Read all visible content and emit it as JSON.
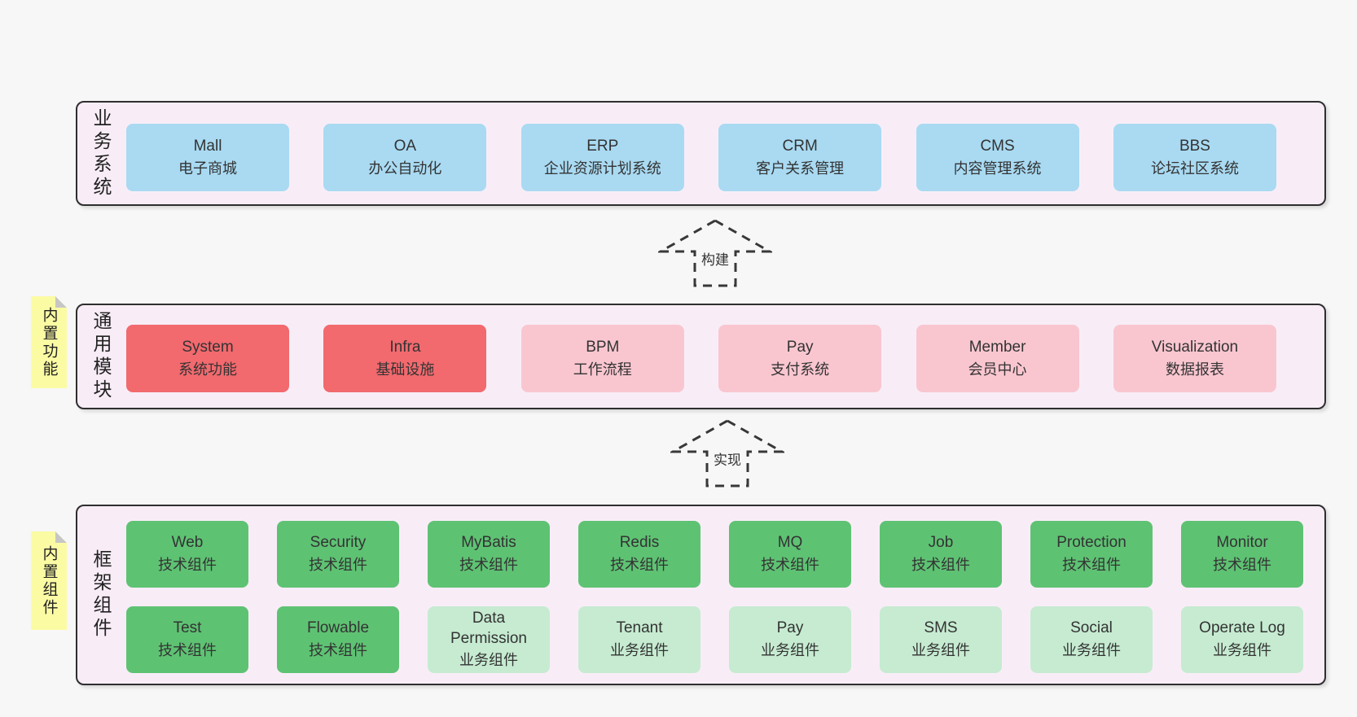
{
  "colors": {
    "page_bg": "#f7f7f7",
    "panel_bg": "#f8edf7",
    "panel_border": "#2e2e2e",
    "sticky_yellow": "#fbfba4",
    "sticky_fold": "#c6c6c6",
    "text": "#333333",
    "blue": "#a9daf2",
    "red": "#f2696e",
    "pink": "#f9c6d0",
    "green": "#5ec273",
    "light_green": "#c6ebd1"
  },
  "arrows": [
    {
      "label": "构建"
    },
    {
      "label": "实现"
    }
  ],
  "bands": [
    {
      "label": "业务系统",
      "rows": [
        [
          {
            "title": "Mall",
            "subtitle": "电子商城",
            "variant": "blue"
          },
          {
            "title": "OA",
            "subtitle": "办公自动化",
            "variant": "blue"
          },
          {
            "title": "ERP",
            "subtitle": "企业资源计划系统",
            "variant": "blue"
          },
          {
            "title": "CRM",
            "subtitle": "客户关系管理",
            "variant": "blue"
          },
          {
            "title": "CMS",
            "subtitle": "内容管理系统",
            "variant": "blue"
          },
          {
            "title": "BBS",
            "subtitle": "论坛社区系统",
            "variant": "blue"
          }
        ]
      ]
    },
    {
      "label": "通用模块",
      "sticky": "内置功能",
      "rows": [
        [
          {
            "title": "System",
            "subtitle": "系统功能",
            "variant": "red"
          },
          {
            "title": "Infra",
            "subtitle": "基础设施",
            "variant": "red"
          },
          {
            "title": "BPM",
            "subtitle": "工作流程",
            "variant": "pink"
          },
          {
            "title": "Pay",
            "subtitle": "支付系统",
            "variant": "pink"
          },
          {
            "title": "Member",
            "subtitle": "会员中心",
            "variant": "pink"
          },
          {
            "title": "Visualization",
            "subtitle": "数据报表",
            "variant": "pink"
          }
        ]
      ]
    },
    {
      "label": "框架组件",
      "sticky": "内置组件",
      "rows": [
        [
          {
            "title": "Web",
            "subtitle": "技术组件",
            "variant": "green"
          },
          {
            "title": "Security",
            "subtitle": "技术组件",
            "variant": "green"
          },
          {
            "title": "MyBatis",
            "subtitle": "技术组件",
            "variant": "green"
          },
          {
            "title": "Redis",
            "subtitle": "技术组件",
            "variant": "green"
          },
          {
            "title": "MQ",
            "subtitle": "技术组件",
            "variant": "green"
          },
          {
            "title": "Job",
            "subtitle": "技术组件",
            "variant": "green"
          },
          {
            "title": "Protection",
            "subtitle": "技术组件",
            "variant": "green"
          },
          {
            "title": "Monitor",
            "subtitle": "技术组件",
            "variant": "green"
          }
        ],
        [
          {
            "title": "Test",
            "subtitle": "技术组件",
            "variant": "green"
          },
          {
            "title": "Flowable",
            "subtitle": "技术组件",
            "variant": "green"
          },
          {
            "title": "Data\nPermission",
            "subtitle": "业务组件",
            "variant": "light_green"
          },
          {
            "title": "Tenant",
            "subtitle": "业务组件",
            "variant": "light_green"
          },
          {
            "title": "Pay",
            "subtitle": "业务组件",
            "variant": "light_green"
          },
          {
            "title": "SMS",
            "subtitle": "业务组件",
            "variant": "light_green"
          },
          {
            "title": "Social",
            "subtitle": "业务组件",
            "variant": "light_green"
          },
          {
            "title": "Operate Log",
            "subtitle": "业务组件",
            "variant": "light_green"
          }
        ]
      ]
    }
  ]
}
